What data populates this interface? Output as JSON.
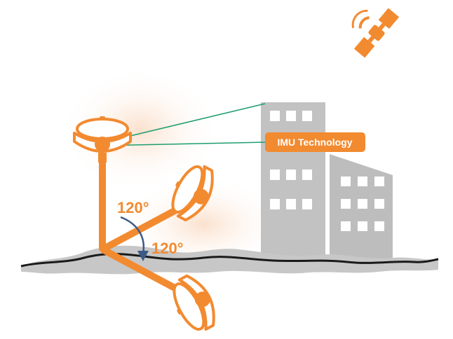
{
  "labels": {
    "imu": "IMU Technology",
    "angle_upper": "120°",
    "angle_lower": "120°"
  },
  "colors": {
    "accent": "#F28A30",
    "accent_dark": "#D9731F",
    "building": "#BDBDBD",
    "building_dark": "#A9A9A9",
    "window": "#FFFFFF",
    "ground": "#C7C7C7",
    "ground_edge": "#1A1A1A",
    "sight_line": "#1E9E6E",
    "arrow": "#3C5A86"
  },
  "icons": {
    "satellite": "satellite-icon",
    "receiver": "gnss-receiver-icon"
  }
}
